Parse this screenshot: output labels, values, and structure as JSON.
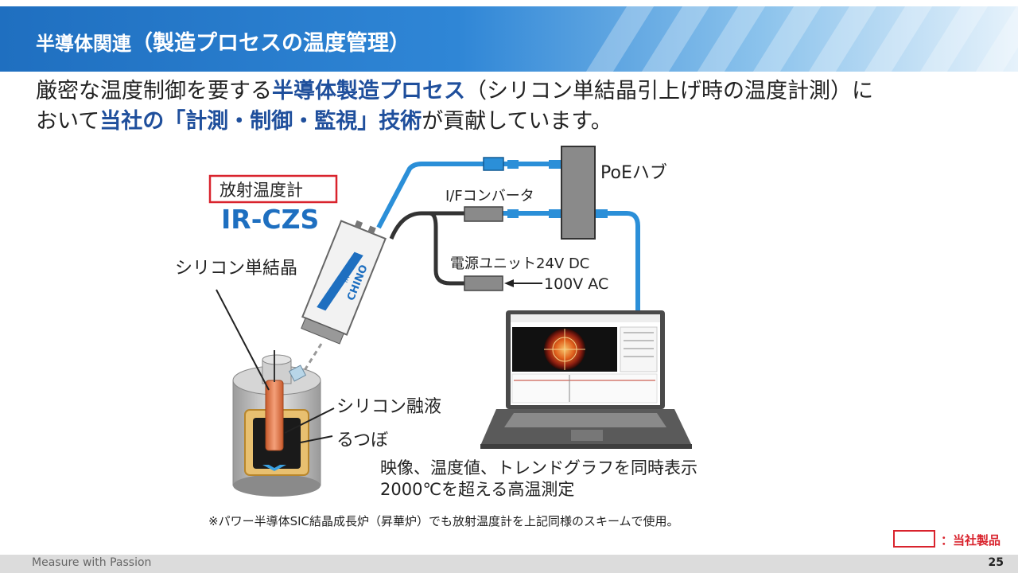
{
  "header": {
    "title_main": "半導体関連",
    "title_sub": "（製造プロセスの温度管理）"
  },
  "lead": {
    "part1": "厳密な温度制御を要する",
    "hl1": "半導体製造プロセス",
    "part2": "（シリコン単結晶引上げ時の温度計測）に",
    "part3": "おいて",
    "hl2": "当社の「計測・制御・監視」技術",
    "part4": "が貢献しています。"
  },
  "diagram": {
    "product_label": "放射温度計",
    "product_model": "IR-CZS",
    "sensor_model_small": "IR-CZ",
    "sensor_brand": "CHINO",
    "silicon_crystal": "シリコン単結晶",
    "silicon_melt": "シリコン融液",
    "crucible": "るつぼ",
    "if_converter": "I/Fコンバータ",
    "poe_hub": "PoEハブ",
    "power_unit": "電源ユニット24V DC",
    "ac_input": "100V AC",
    "caption_line1": "映像、温度値、トレンドグラフを同時表示",
    "caption_line2": "2000℃を超える高温測定"
  },
  "note": "※パワー半導体SIC結晶成長炉（昇華炉）でも放射温度計を上記同様のスキームで使用。",
  "legend": {
    "label": "：当社製品"
  },
  "footer": {
    "tagline": "Measure with Passion",
    "page": "25"
  },
  "colors": {
    "header_blue": "#1f6fc0",
    "highlight": "#1f4f9c",
    "cable_blue": "#2b8fd8",
    "product_red": "#d9232d",
    "model_blue": "#1e6fc0"
  }
}
